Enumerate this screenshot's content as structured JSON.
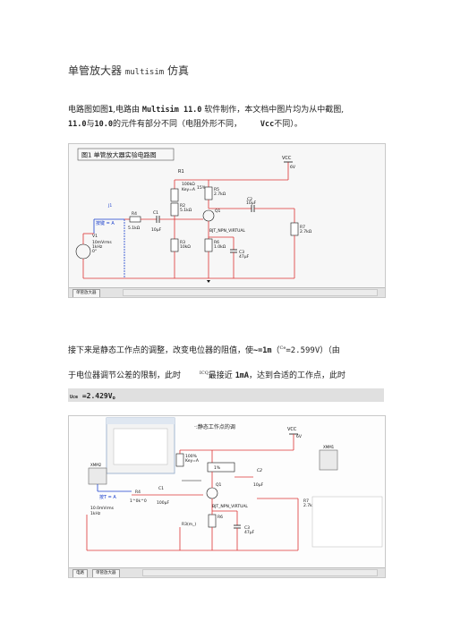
{
  "doc": {
    "title_cn": "单管放大器",
    "title_en": "multisim",
    "title_cn2": "仿真",
    "para1_l1_a": "电路图如图",
    "para1_l1_num": "1",
    "para1_l1_b": ",电路由",
    "para1_l1_prog": "Multisim 11.0",
    "para1_l1_c": "软件制作，本文档中图片均为从中截图,",
    "para1_l2_a": "11.0",
    "para1_l2_b": "与",
    "para1_l2_c": "10.0",
    "para1_l2_d": "的元件有部分不同（电阻外形不同，",
    "para1_l2_e": "Vcc",
    "para1_l2_f": "不同）。",
    "para2_l1_a": "接下来是静态工作点的调整，改变电位器的阻值，使",
    "para2_l1_b": "~=1m",
    "para2_l1_c": "（",
    "para2_l1_sub": "Ce",
    "para2_l1_d": "=2.599V）（由",
    "para2_l2_a": "于电位器调节公差的限制，此时",
    "para2_l2_sub": "ICQ",
    "para2_l2_b": "最接近",
    "para2_l2_c": "1mA",
    "para2_l2_d": "，达到合适的工作点，此时",
    "bar_text": "Uce =2.429V。",
    "bar_prefix": "Uce",
    "bar_value": " =2.429V。"
  },
  "fig1": {
    "caption": "图1  单管放大器实验电路图",
    "vcc": "VCC",
    "vcc_val": "6V",
    "r1": "R1",
    "r1_val": "100kΩ",
    "r1_key": "Key=A",
    "pct": "15%",
    "r5": "R5",
    "r5_val": "2.7kΩ",
    "r2": "R2",
    "r2_val": "5.1kΩ",
    "c2": "C2",
    "c2_val": "10μF",
    "q1": "Q1",
    "j1": "J1",
    "key_a": "按键 = A",
    "r4": "R4",
    "r4_val": "5.1kΩ",
    "c1": "C1",
    "c1_val": "10μF",
    "bjt": "BJT_NPN_VIRTUAL",
    "r7": "R7",
    "r7_val": "2.7kΩ",
    "v1": "V1",
    "v1_amp": "10mVrms",
    "v1_freq": "1kHz",
    "v1_phase": "0°",
    "r3": "R3",
    "r3_val": "10kΩ",
    "r6": "R6",
    "r6_val": "1.0kΩ",
    "c3": "C3",
    "c3_val": "47μF",
    "tab": "单管放大器"
  },
  "fig2": {
    "caption": "·:静态工作点的调",
    "vcc": "VCC",
    "vcc_val": "6V",
    "xmm1": "XMM1",
    "xmm2": "XMM2",
    "r1_val": "100%",
    "r1_key": "Key=A",
    "pct": "1%",
    "c2": "C2",
    "c2_val": "10μF",
    "q1": "Q1",
    "key_a": "按T = A",
    "r4": "R4",
    "r4_val": "1^0k^0",
    "c1": "C1",
    "c1_val": "100μF",
    "bjt": "BJT_NPN_VIRTUAL",
    "r3": "R3(m_)",
    "r6": "R6",
    "c3": "C3",
    "c3_val": "47μF",
    "v1_amp": "10.0mVrms",
    "v1_freq": "1kHz",
    "r7": "R7",
    "r7_val": "2.7kΩ",
    "tab_a": "电路",
    "tab_b": "单管放大器"
  }
}
